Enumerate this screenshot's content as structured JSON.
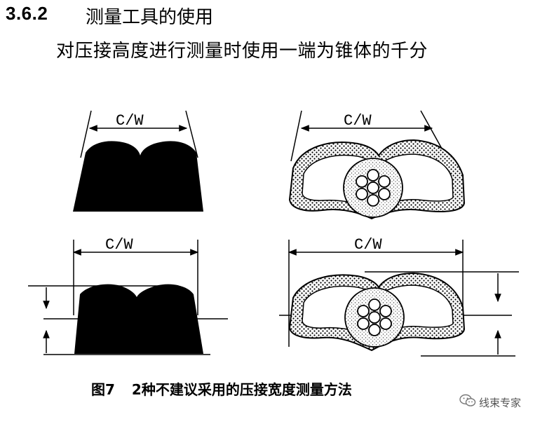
{
  "header": {
    "section_number": "3.6.2",
    "section_title": "测量工具的使用",
    "subtitle": "对压接高度进行测量时使用一端为锥体的千分"
  },
  "figure": {
    "dimension_labels": [
      "C/W",
      "C/W",
      "C/W",
      "C/W"
    ],
    "caption_number": "图7",
    "caption_text": "2种不建议采用的压接宽度测量方法"
  },
  "watermark": {
    "icon": "wechat-icon",
    "text": "线束专家"
  }
}
